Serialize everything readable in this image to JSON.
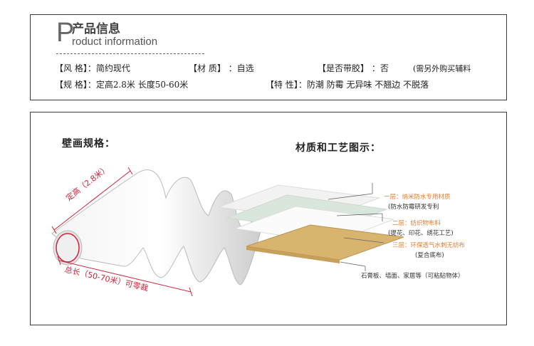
{
  "header": {
    "letter": "P",
    "title_cn": "产品信息",
    "title_en": "roduct information"
  },
  "specs": {
    "style": "【风 格】：简约现代",
    "material": "【材 质】 ：自选",
    "adhesive_label": "【是否带胶】 ：否",
    "adhesive_note": "(需另外购买辅料",
    "size": "【规 格】：定高2.8米 长度50-60米",
    "features": "【特 性】：防潮 防霉 无异味 不翘边 不脱落"
  },
  "mural": {
    "heading": "壁画规格：",
    "height_label": "定高（2.8米）",
    "length_label": "总长（50-70米）可零裁"
  },
  "craft": {
    "heading": "材质和工艺图示：",
    "layers": [
      {
        "line1": "一层：纳米防水专用材质",
        "line2": "(防水防霉研发专利"
      },
      {
        "line1": "二层：纺织物布料",
        "line2": "(提花、印花、绣花工艺)"
      },
      {
        "line1": "三层：环保透气水刺无纺布",
        "line2": "(复合底布)"
      }
    ],
    "base_label": "石膏板、墙面、家居等（可粘贴物体）"
  },
  "colors": {
    "accent_orange": "#e0813a",
    "dimension_red": "#d0263a",
    "base_board": "#d9b46e"
  }
}
